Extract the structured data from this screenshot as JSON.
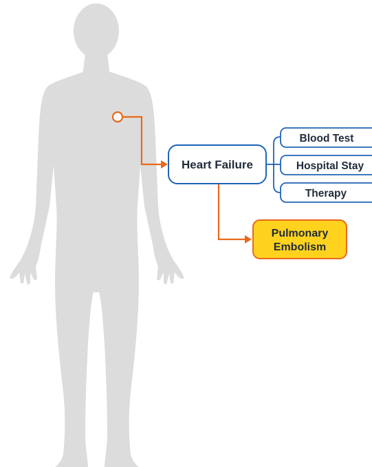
{
  "diagram": {
    "root": {
      "label": "Heart Failure"
    },
    "branches": [
      {
        "label": "Blood Test"
      },
      {
        "label": "Hospital Stay"
      },
      {
        "label": "Therapy"
      }
    ],
    "complication": {
      "line1": "Pulmonary",
      "line2": "Embolism"
    }
  },
  "colors": {
    "silhouette": "#dcdcdc",
    "box_border": "#1e64b4",
    "box_fill": "#ffffff",
    "arrow": "#e8691a",
    "complication_fill": "#ffd21e",
    "complication_border": "#e8691a",
    "text": "#1f2a3a"
  },
  "icons": {
    "body": "human-body-silhouette-icon",
    "marker": "heart-location-marker-icon"
  }
}
